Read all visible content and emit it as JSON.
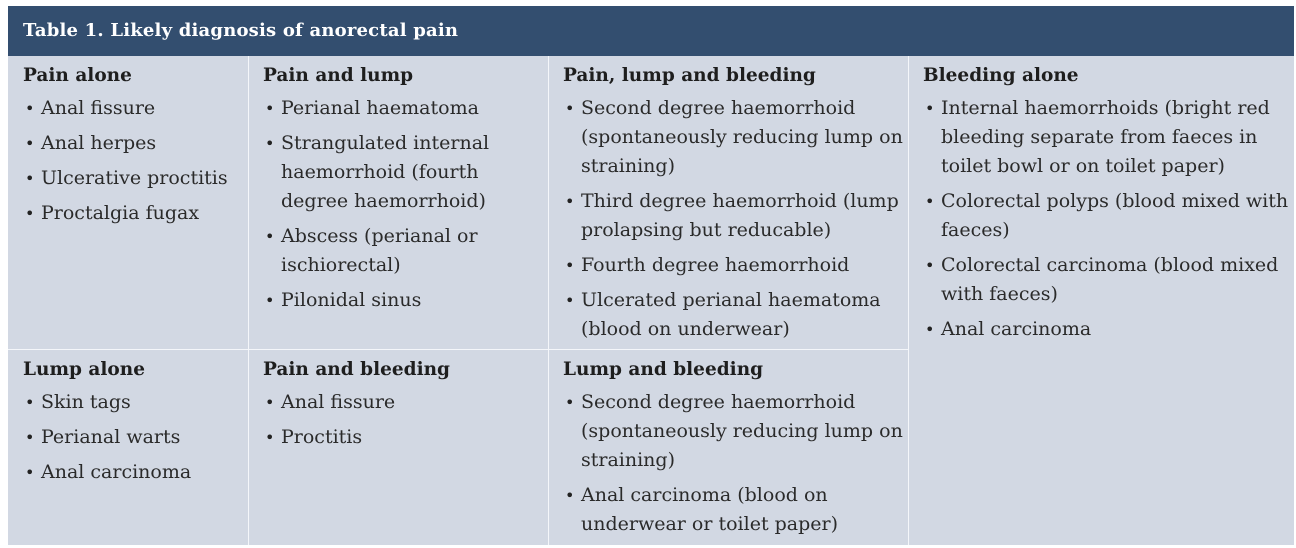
{
  "title": "Table 1. Likely diagnosis of anorectal pain",
  "cells": {
    "pain_alone": {
      "heading": "Pain alone",
      "items": [
        "Anal fissure",
        "Anal herpes",
        "Ulcerative proctitis",
        "Proctalgia fugax"
      ]
    },
    "pain_and_lump": {
      "heading": "Pain and lump",
      "items": [
        "Perianal haematoma",
        "Strangulated internal haemorrhoid (fourth degree haemorrhoid)",
        "Abscess (perianal or ischiorectal)",
        "Pilonidal sinus"
      ]
    },
    "pain_lump_bleeding": {
      "heading": "Pain, lump and bleeding",
      "items": [
        "Second degree haemorrhoid (spontaneously reducing lump on straining)",
        "Third degree haemorrhoid (lump prolapsing but reducable)",
        "Fourth degree haemorrhoid",
        "Ulcerated perianal haematoma (blood on underwear)"
      ]
    },
    "bleeding_alone": {
      "heading": "Bleeding alone",
      "items": [
        "Internal haemorrhoids (bright red bleeding separate from faeces in toilet bowl or on toilet paper)",
        "Colorectal polyps (blood mixed with faeces)",
        "Colorectal carcinoma (blood mixed with faeces)",
        "Anal carcinoma"
      ]
    },
    "lump_alone": {
      "heading": "Lump alone",
      "items": [
        "Skin tags",
        "Perianal warts",
        "Anal carcinoma"
      ]
    },
    "pain_and_bleeding": {
      "heading": "Pain and bleeding",
      "items": [
        "Anal fissure",
        "Proctitis"
      ]
    },
    "lump_and_bleeding": {
      "heading": "Lump and bleeding",
      "items": [
        "Second degree haemorrhoid (spontaneously reducing lump on straining)",
        "Anal carcinoma (blood on underwear or toilet paper)"
      ]
    }
  },
  "colors": {
    "header_bg": "#334e6f",
    "cell_bg": "#d2d8e3",
    "divider": "#f4f6fa"
  }
}
